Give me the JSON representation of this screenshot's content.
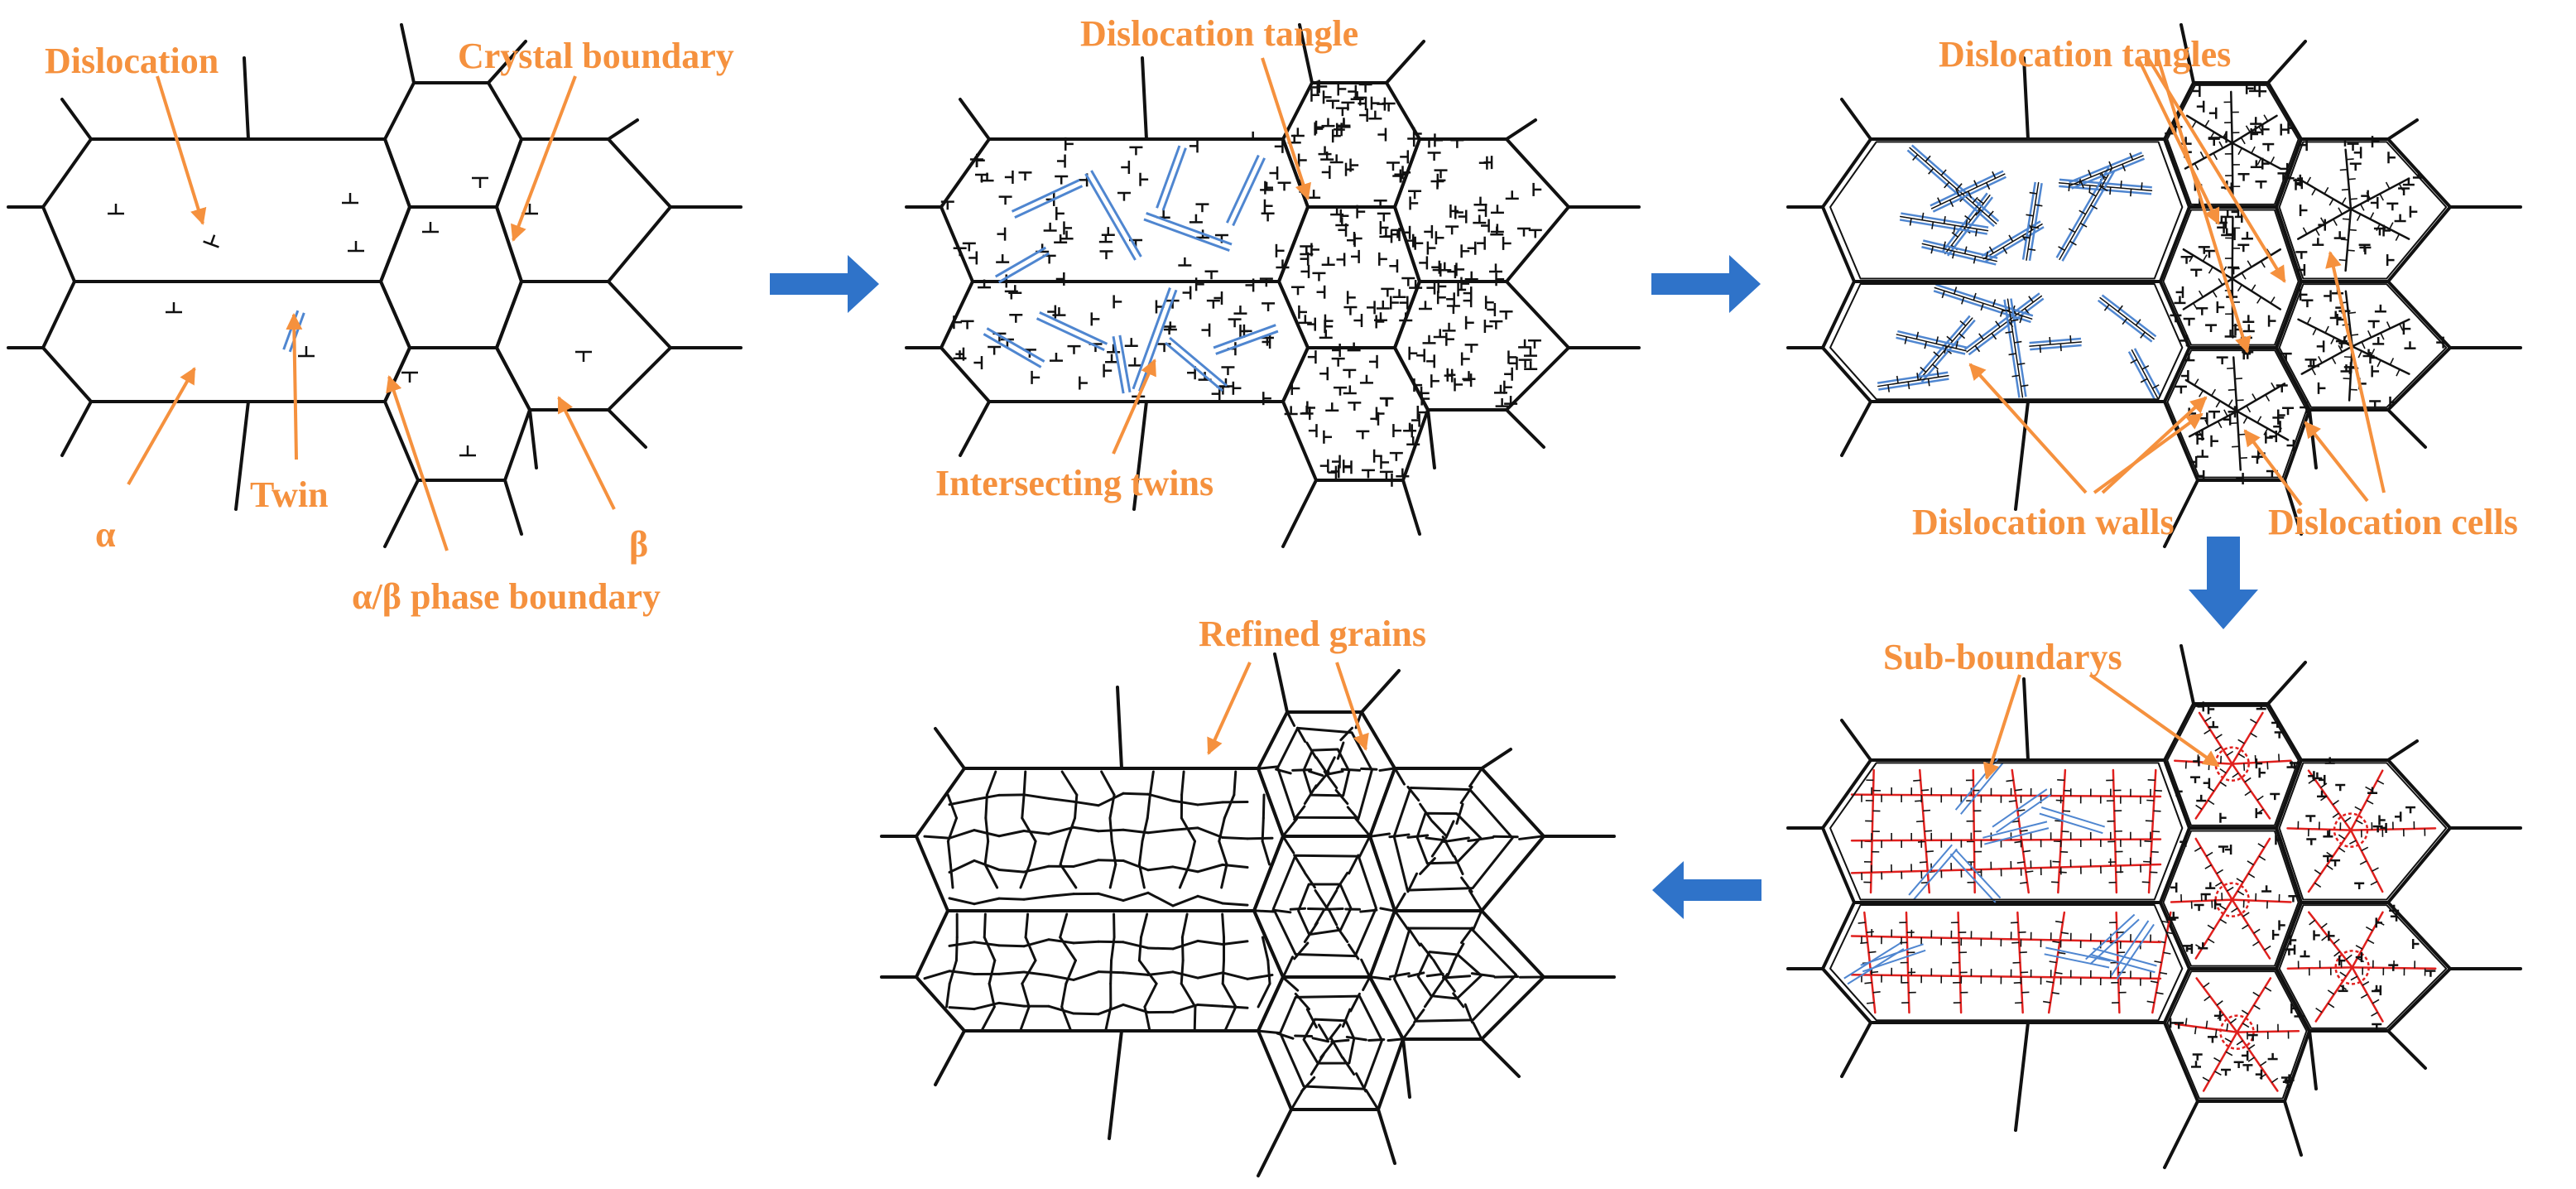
{
  "colors": {
    "label": "#F5913E",
    "arrow": "#2F73C9",
    "twin": "#4F86D0",
    "grain_boundary": "#111111",
    "sub_boundary": "#E0201E",
    "background": "#FFFFFF"
  },
  "labels": {
    "dislocation": "Dislocation",
    "crystal_boundary": "Crystal boundary",
    "alpha": "α",
    "twin": "Twin",
    "beta": "β",
    "phase_boundary": "α/β phase boundary",
    "dislocation_tangle": "Dislocation tangle",
    "intersecting_twins": "Intersecting twins",
    "dislocation_tangles": "Dislocation tangles",
    "dislocation_walls": "Dislocation walls",
    "dislocation_cells": "Dislocation cells",
    "sub_boundarys": "Sub-boundarys",
    "refined_grains": "Refined grains"
  },
  "icons": {
    "flow_arrow": "block-arrow-icon",
    "dislocation": "dislocation-symbol-icon",
    "twin": "twin-lines-icon"
  }
}
